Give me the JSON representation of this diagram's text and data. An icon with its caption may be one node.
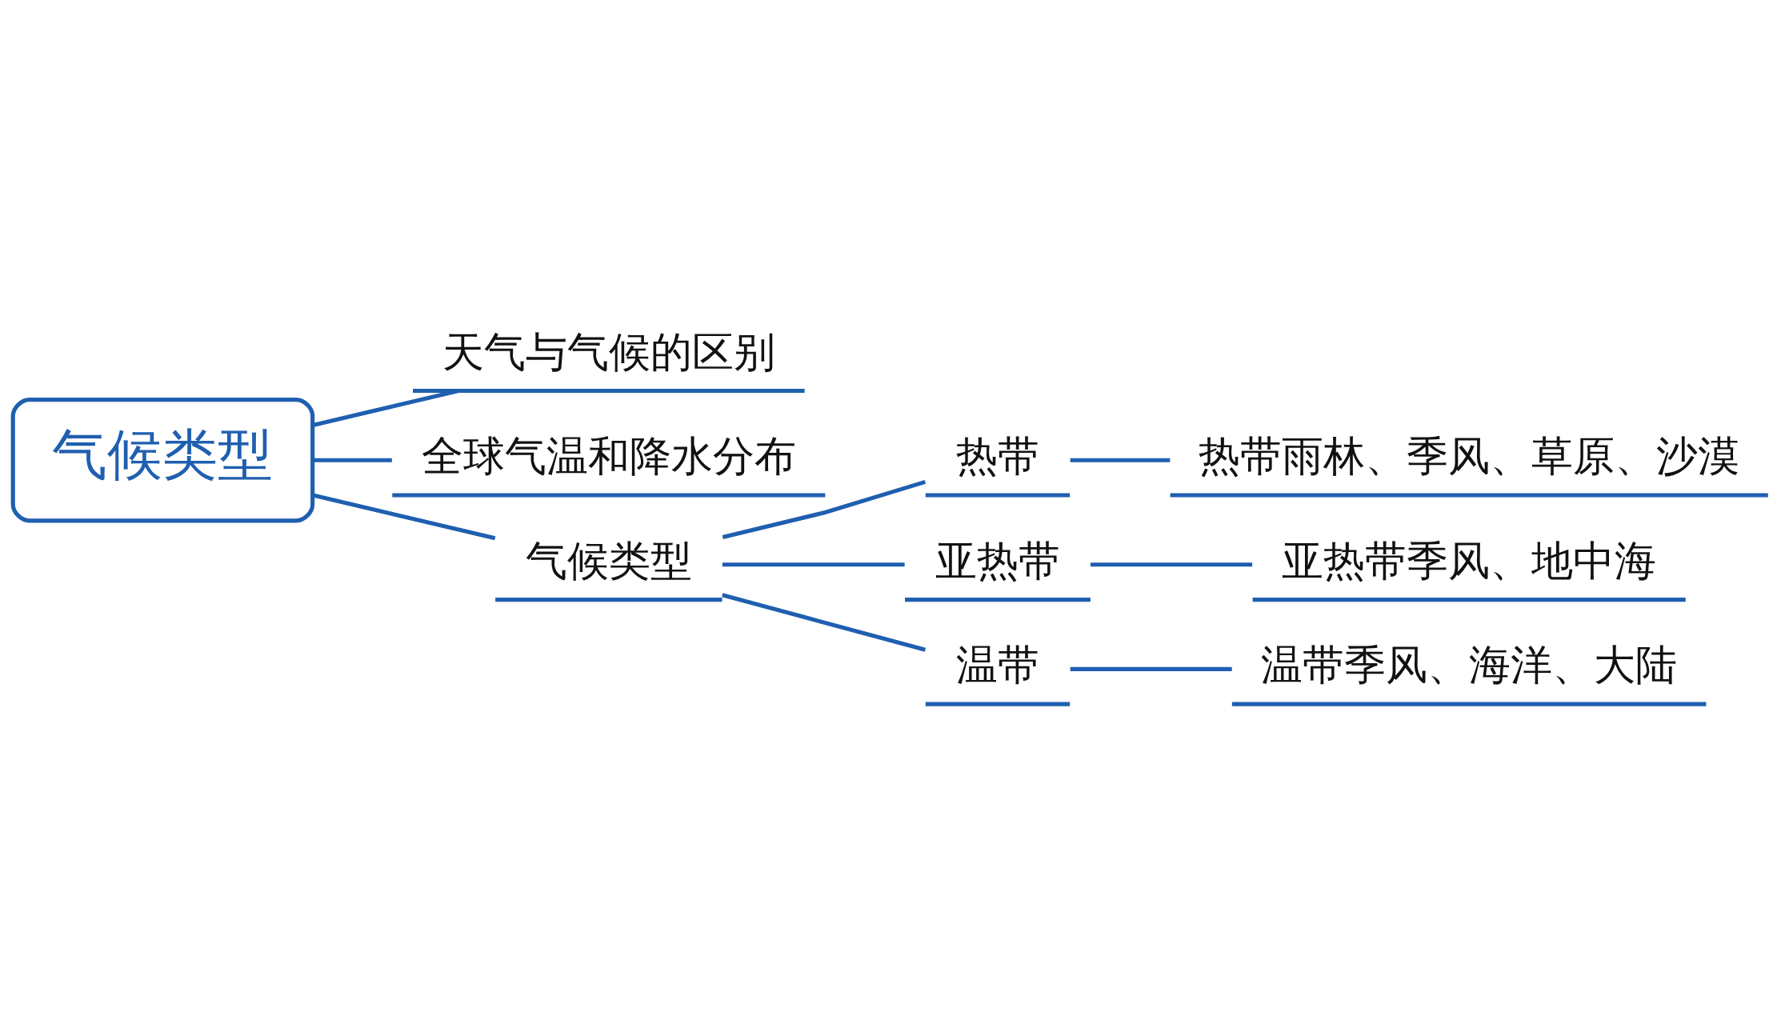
{
  "diagram": {
    "nodes": [
      {
        "text": [
          "气候类型"
        ]
      },
      {
        "text": [
          "天气与气候的区别"
        ]
      },
      {
        "text": [
          "全球气温和降水分布"
        ]
      },
      {
        "text": [
          "气候类型"
        ]
      },
      {
        "text": [
          "热带"
        ]
      },
      {
        "text": [
          "亚热带"
        ]
      },
      {
        "text": [
          "温带"
        ]
      },
      {
        "text": [
          "热带雨林、季风、草原、沙漠"
        ]
      },
      {
        "text": [
          "亚热带季风、地中海"
        ]
      },
      {
        "text": [
          "温带季风、海洋、大陆"
        ]
      }
    ],
    "edges": [
      {
        "from": 0,
        "to": 1,
        "arrow": "none"
      },
      {
        "from": 0,
        "to": 2,
        "arrow": "none"
      },
      {
        "from": 0,
        "to": 3,
        "arrow": "none"
      },
      {
        "from": 3,
        "to": 4,
        "arrow": "none"
      },
      {
        "from": 3,
        "to": 5,
        "arrow": "none"
      },
      {
        "from": 3,
        "to": 6,
        "arrow": "none"
      },
      {
        "from": 4,
        "to": 7,
        "arrow": "none"
      },
      {
        "from": 5,
        "to": 8,
        "arrow": "none"
      },
      {
        "from": 6,
        "to": 9,
        "arrow": "none"
      }
    ]
  }
}
